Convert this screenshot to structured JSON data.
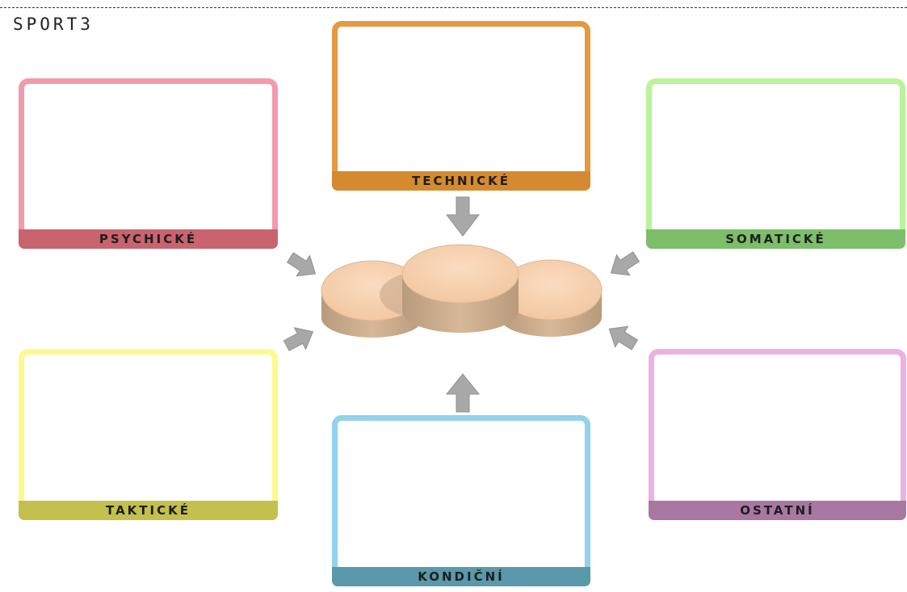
{
  "brand": "SPORT3",
  "boxes": [
    {
      "id": "technicke",
      "label": "TECHNICKÉ",
      "frame_color": "#e39a40",
      "band_color": "#d58a30"
    },
    {
      "id": "psychicke",
      "label": "PSYCHICKÉ",
      "frame_color": "#f39aaa",
      "band_color": "#c9646f"
    },
    {
      "id": "somaticke",
      "label": "SOMATICKÉ",
      "frame_color": "#b9f49a",
      "band_color": "#7cbe6a"
    },
    {
      "id": "takticke",
      "label": "TAKTICKÉ",
      "frame_color": "#fafa8e",
      "band_color": "#c4c04e"
    },
    {
      "id": "ostatni",
      "label": "OSTATNÍ",
      "frame_color": "#eab2e2",
      "band_color": "#a877a2"
    },
    {
      "id": "kondicni",
      "label": "KONDIČNÍ",
      "frame_color": "#92d2ea",
      "band_color": "#5a99ac"
    }
  ],
  "colors": {
    "arrow": "#a8a8a8",
    "disc_top": "#f7d1ad",
    "disc_side": "#c7a888"
  }
}
